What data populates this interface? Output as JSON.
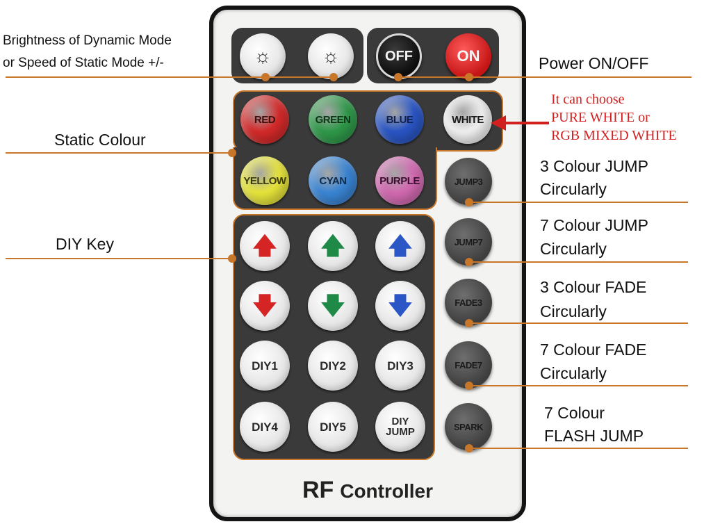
{
  "remote": {
    "brand_main": "RF",
    "brand_sub": "Controller",
    "top_buttons": {
      "brightness_up": "☼",
      "brightness_down": "☼",
      "off": "OFF",
      "on": "ON"
    },
    "static_colours": [
      {
        "label": "RED",
        "color": "#d62a2a",
        "text": "#3a1010"
      },
      {
        "label": "GREEN",
        "color": "#2f9a4a",
        "text": "#0f3518"
      },
      {
        "label": "BLUE",
        "color": "#2a56c6",
        "text": "#10204a"
      },
      {
        "label": "WHITE",
        "color": "#f2f2f2",
        "text": "#1a1a1a"
      },
      {
        "label": "YELLOW",
        "color": "#e8e63b",
        "text": "#3a3a10"
      },
      {
        "label": "CYAN",
        "color": "#3a86d6",
        "text": "#0f2a4a"
      },
      {
        "label": "PURPLE",
        "color": "#d46bb2",
        "text": "#3a1030"
      }
    ],
    "side_buttons": [
      "JUMP3",
      "JUMP7",
      "FADE3",
      "FADE7",
      "SPARK"
    ],
    "diy_arrows": [
      {
        "name": "red-up-arrow-icon",
        "glyph": "🡅",
        "color": "#d42424"
      },
      {
        "name": "green-up-arrow-icon",
        "glyph": "🡅",
        "color": "#1f8a48"
      },
      {
        "name": "blue-up-arrow-icon",
        "glyph": "🡅",
        "color": "#2a56c6"
      },
      {
        "name": "red-down-arrow-icon",
        "glyph": "🡇",
        "color": "#d42424"
      },
      {
        "name": "green-down-arrow-icon",
        "glyph": "🡇",
        "color": "#1f8a48"
      },
      {
        "name": "blue-down-arrow-icon",
        "glyph": "🡇",
        "color": "#2a56c6"
      }
    ],
    "diy_keys": [
      "DIY1",
      "DIY2",
      "DIY3",
      "DIY4",
      "DIY5",
      "DIY\nJUMP"
    ]
  },
  "annotations": {
    "brightness_line1": "Brightness of Dynamic Mode",
    "brightness_line2": "or Speed of Static Mode +/-",
    "power": "Power ON/OFF",
    "static_colour": "Static Colour",
    "white_note_line1": "It can choose",
    "white_note_line2": "PURE WHITE or",
    "white_note_line3": "RGB MIXED WHITE",
    "diy_key": "DIY Key",
    "jump3_line1": "3 Colour JUMP",
    "jump3_line2": "Circularly",
    "jump7_line1": "7 Colour JUMP",
    "jump7_line2": "Circularly",
    "fade3_line1": "3 Colour FADE",
    "fade3_line2": "Circularly",
    "fade7_line1": "7 Colour FADE",
    "fade7_line2": "Circularly",
    "spark_line1": "7 Colour",
    "spark_line2": "FLASH JUMP"
  },
  "colors": {
    "callout_line": "#c8762a",
    "note_text": "#d21f1f",
    "panel": "#3a3a3a"
  }
}
